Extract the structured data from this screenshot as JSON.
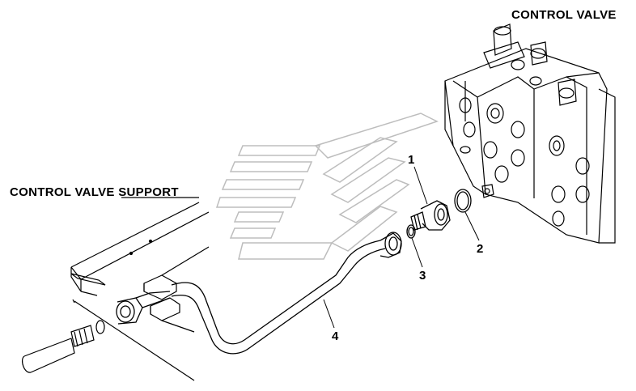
{
  "labels": {
    "control_valve": "CONTROL VALVE",
    "control_valve_support": "CONTROL VALVE SUPPORT"
  },
  "callouts": [
    "1",
    "2",
    "3",
    "4"
  ],
  "colors": {
    "line": "#000000",
    "background": "#ffffff",
    "watermark": "#bdbdbd"
  },
  "icons": {
    "watermark": "logo-watermark-icon"
  }
}
